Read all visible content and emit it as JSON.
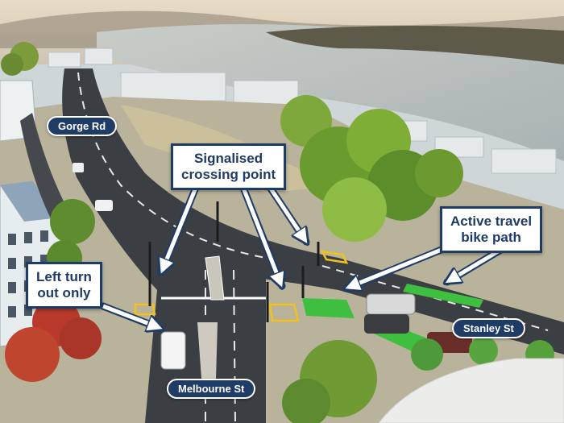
{
  "streets": {
    "gorge": "Gorge Rd",
    "melbourne": "Melbourne St",
    "stanley": "Stanley St"
  },
  "callouts": {
    "crossing": [
      "Signalised",
      "crossing point"
    ],
    "left_turn": [
      "Left turn",
      "out only"
    ],
    "bike_path": [
      "Active travel",
      "bike path"
    ]
  },
  "colors": {
    "label_bg": "#1f3c66",
    "callout_border": "#1f3c66",
    "bike_lane": "#3fbf3f"
  }
}
